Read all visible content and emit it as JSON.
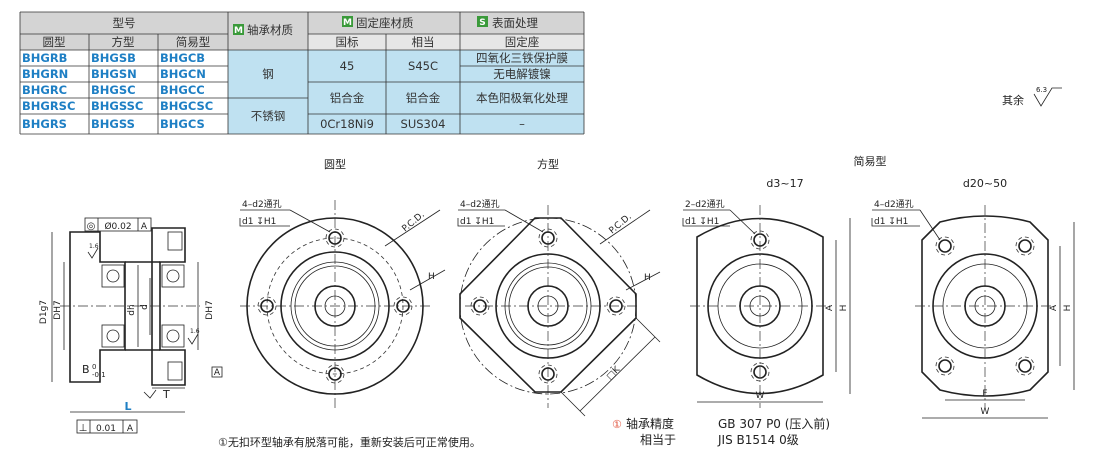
{
  "table": {
    "header": {
      "model": "型号",
      "round": "圆型",
      "square": "方型",
      "simple": "简易型",
      "m_badge": "M",
      "s_badge": "S",
      "shaft_material": "轴承材质",
      "seat_material": "固定座材质",
      "gb": "国标",
      "equiv": "相当",
      "surface": "表面处理",
      "seat": "固定座"
    },
    "rows": [
      {
        "round": "BHGRB",
        "square": "BHGSB",
        "simple": "BHGCB"
      },
      {
        "round": "BHGRN",
        "square": "BHGSN",
        "simple": "BHGCN"
      },
      {
        "round": "BHGRC",
        "square": "BHGSC",
        "simple": "BHGCC"
      },
      {
        "round": "BHGRSC",
        "square": "BHGSSC",
        "simple": "BHGCSC"
      },
      {
        "round": "BHGRS",
        "square": "BHGSS",
        "simple": "BHGCS"
      }
    ],
    "shaft": {
      "steel": "钢",
      "stainless": "不锈钢"
    },
    "seat": {
      "gb_45": "45",
      "eq_s45c": "S45C",
      "gb_al": "铝合金",
      "eq_al": "铝合金",
      "gb_ss": "0Cr18Ni9",
      "eq_ss": "SUS304"
    },
    "surface": {
      "r1": "四氧化三铁保护膜",
      "r2": "无电解镀镍",
      "r34": "本色阳极氧化处理",
      "r5": "–"
    }
  },
  "roughness": {
    "label": "其余",
    "value": "6.3"
  },
  "views": {
    "round_title": "圆型",
    "square_title": "方型",
    "simple_title": "简易型",
    "simple_a": "d3~17",
    "simple_b": "d20~50"
  },
  "callouts": {
    "holes4": "4–d2通孔",
    "holes2": "2–d2通孔",
    "cbore": "d1 ↧H1",
    "pcd": "P.C.D.",
    "h": "H",
    "a": "A",
    "w": "W",
    "f": "F",
    "k": "□K"
  },
  "section": {
    "conc": "◎",
    "conc_val": "Ø0.02",
    "datum": "A",
    "perp": "⊥",
    "perp_val": "0.01",
    "r16": "1.6",
    "d1": "D1g7",
    "d": "DH7",
    "dh": "dh",
    "dd": "d",
    "dh7": "DH7",
    "b": "B",
    "tol_up": "0",
    "tol_dn": "-0.1",
    "t": "T",
    "l": "L"
  },
  "notes": {
    "ring": "①无扣环型轴承有脱落可能，重新安装后可正常使用。",
    "acc_label": "轴承精度",
    "acc_val": "GB  307  P0 (压入前)",
    "eq_label": "相当于",
    "eq_val": "JIS  B1514  0级",
    "mark": "①"
  }
}
